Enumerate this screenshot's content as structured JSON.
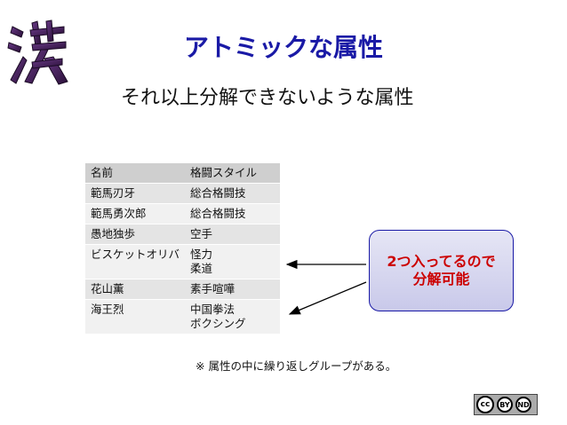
{
  "slide": {
    "title": "アトミックな属性",
    "subtitle": "それ以上分解できないような属性",
    "note": "※ 属性の中に繰り返しグループがある。"
  },
  "table": {
    "header": [
      "名前",
      "格闘スタイル"
    ],
    "rows": [
      {
        "name": "範馬刃牙",
        "style": [
          "総合格闘技"
        ]
      },
      {
        "name": "範馬勇次郎",
        "style": [
          "総合格闘技"
        ]
      },
      {
        "name": "愚地独歩",
        "style": [
          "空手"
        ]
      },
      {
        "name": "ビスケットオリバ",
        "style": [
          "怪力",
          "柔道"
        ]
      },
      {
        "name": "花山薫",
        "style": [
          "素手喧嘩"
        ]
      },
      {
        "name": "海王烈",
        "style": [
          "中国拳法",
          "ボクシング"
        ]
      }
    ]
  },
  "callout": {
    "line1": "2つ入ってるので",
    "line2": "分解可能"
  },
  "license": {
    "cc": "cc",
    "by": "BY",
    "nd": "ND"
  },
  "colors": {
    "title": "#1a1aa6",
    "callout_text": "#cc0000",
    "callout_border": "#1a1aa6",
    "header_row": "#cfcfcf",
    "row_even": "#e4e4e4",
    "row_odd": "#f1f1f1"
  },
  "icons": {
    "logo": "brush-kanji-logo-icon",
    "arrow": "arrow-left-icon",
    "license": "creative-commons-icon"
  }
}
